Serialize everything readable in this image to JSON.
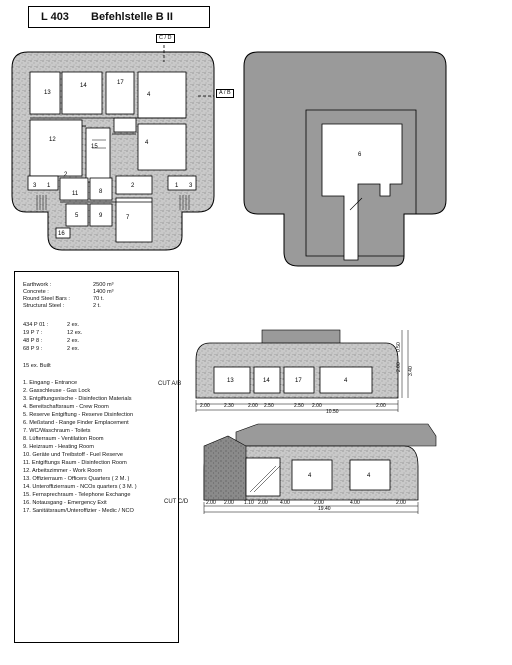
{
  "header": {
    "code": "L 403",
    "name": "Befehlstelle B II"
  },
  "section_tags": {
    "cd": "C / D",
    "ab": "A / B"
  },
  "plan_rooms": {
    "r13": "13",
    "r14": "14",
    "r17": "17",
    "r4a": "4",
    "r12": "12",
    "r15": "15",
    "r4b": "4",
    "r3a": "3",
    "r1a": "1",
    "r2a": "2",
    "r11": "11",
    "r8": "8",
    "r2b": "2",
    "r1b": "1",
    "r3b": "3",
    "r5": "5",
    "r9": "9",
    "r7": "7",
    "r16": "16",
    "r6": "6"
  },
  "stats": {
    "earthwork_label": "Earthwork :",
    "earthwork_value": "2500 m³",
    "concrete_label": "Concrete :",
    "concrete_value": "1400 m³",
    "steelbars_label": "Round Steel Bars :",
    "steelbars_value": "70 t.",
    "structural_label": "Structural Steel :",
    "structural_value": "2 t.",
    "items": [
      {
        "label": "434 P 01 :",
        "count": "2 ex."
      },
      {
        "label": "19 P 7 :",
        "count": "12 ex."
      },
      {
        "label": "48 P 8 :",
        "count": "2 ex."
      },
      {
        "label": "68 P 9 :",
        "count": "2 ex."
      }
    ],
    "built": "15 ex. Built"
  },
  "legend": [
    "1.  Eingang - Entrance",
    "2.  Gasschleuse - Gas Lock",
    "3.  Entgiftungsnische - Disinfection Materials",
    "4.  Bereitschaftsraum - Crew Room",
    "5.  Reserve Entgiftung - Reserve Disinfection",
    "6.  Meßstand - Range Finder Emplacement",
    "7.  WC/Waschraum - Toilets",
    "8.  Lüfterraum - Ventilation Room",
    "9.  Heizraum - Heating Room",
    "10. Geräte und Treibstoff - Fuel Reserve",
    "11. Entgiftungs Raum - Disinfection Room",
    "12. Arbeitszimmer - Work Room",
    "13. Offizierraum - Officers Quarters ( 2 M. )",
    "14. Unteroffizierraum - NCOs quarters ( 3 M. )",
    "15. Fernsprechraum - Telephone Exchange",
    "16. Notausgang - Emergency Exit",
    "17. Sanitätsraum/Unteroffizier - Medic / NCO"
  ],
  "cut_ab": {
    "label": "CUT A/B",
    "rooms": [
      "13",
      "14",
      "17",
      "4"
    ],
    "dims": [
      "2.00",
      "2.30",
      "2.00",
      "2.50",
      "2.50",
      "2.00",
      "2.00"
    ],
    "total": "10.50",
    "vdims": [
      "0.50",
      "2.00",
      "3.40"
    ]
  },
  "cut_cd": {
    "label": "CUT C/D",
    "rooms": [
      "4",
      "4"
    ],
    "dims": [
      "2.00",
      "2.00",
      "1.10",
      "2.00",
      "4.00",
      "2.00",
      "4.00",
      "2.00"
    ],
    "total": "19.40"
  }
}
